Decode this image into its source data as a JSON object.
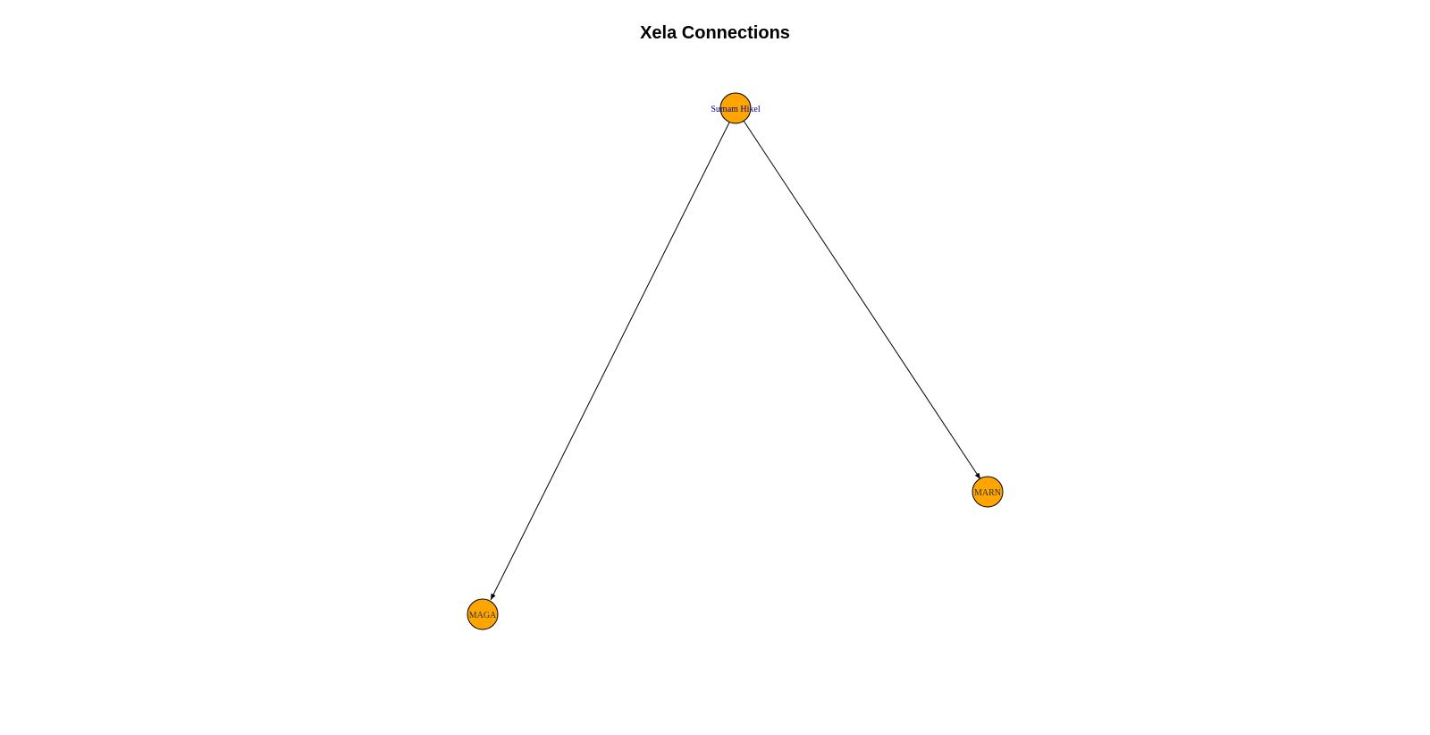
{
  "title": "Xela Connections",
  "colors": {
    "node_fill": "#FFA500",
    "node_stroke": "#000000",
    "edge": "#000000",
    "label_main": "#00008B",
    "label_other": "#333333"
  },
  "nodes": [
    {
      "id": "sumam",
      "label": "Sumam Hikel"
    },
    {
      "id": "maga",
      "label": "MAGA"
    },
    {
      "id": "marn",
      "label": "MARN"
    }
  ],
  "edges": [
    {
      "from": "sumam",
      "to": "maga",
      "directed": true
    },
    {
      "from": "sumam",
      "to": "marn",
      "directed": true
    }
  ]
}
